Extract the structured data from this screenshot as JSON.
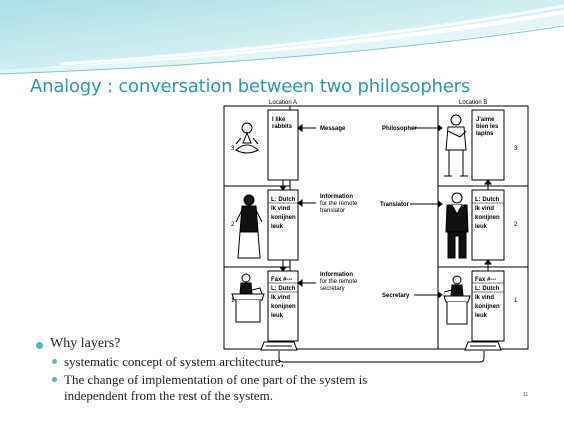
{
  "slide": {
    "title": "Analogy : conversation between two philosophers",
    "page_number": "11",
    "accent_color": "#2b9aa8",
    "bullet_color": "#5ab3c0"
  },
  "figure": {
    "location_a": "Location A",
    "location_b": "Location B",
    "layers": [
      {
        "number": "3",
        "left_role_icon": "meditating-philosopher-icon",
        "right_role_icon": "philosopher-man-icon"
      },
      {
        "number": "2",
        "left_role_icon": "woman-translator-icon",
        "right_role_icon": "man-translator-icon"
      },
      {
        "number": "1",
        "left_role_icon": "secretary-at-desk-icon",
        "right_role_icon": "secretary-at-desk-icon"
      }
    ],
    "left_boxes": {
      "layer3": [
        "I like",
        "rabbits"
      ],
      "layer2": [
        "L: Dutch",
        "Ik vind",
        "konijnen",
        "leuk"
      ],
      "layer1": [
        "Fax #---",
        "L: Dutch",
        "Ik vind",
        "konijnen",
        "leuk"
      ]
    },
    "right_boxes": {
      "layer3": [
        "J'aime",
        "bien les",
        "lapins"
      ],
      "layer2": [
        "L: Dutch",
        "Ik vind",
        "konijnen",
        "leuk"
      ],
      "layer1": [
        "Fax #---",
        "L: Dutch",
        "Ik vind",
        "konijnen",
        "leuk"
      ]
    },
    "middle_labels": {
      "message": "Message",
      "info_translator": [
        "Information",
        "for the remote",
        "translator"
      ],
      "info_secretary": [
        "Information",
        "for the remote",
        "secretary"
      ]
    },
    "right_labels": {
      "philosopher": "Philosopher",
      "translator": "Translator",
      "secretary": "Secretary"
    },
    "fax_icon": "fax-machine-icon"
  },
  "bullets": {
    "main": "Why layers?",
    "sub": [
      "systematic concept of system architecture,",
      "The change of implementation of one part of the system is",
      "independent from the rest of the system."
    ]
  }
}
